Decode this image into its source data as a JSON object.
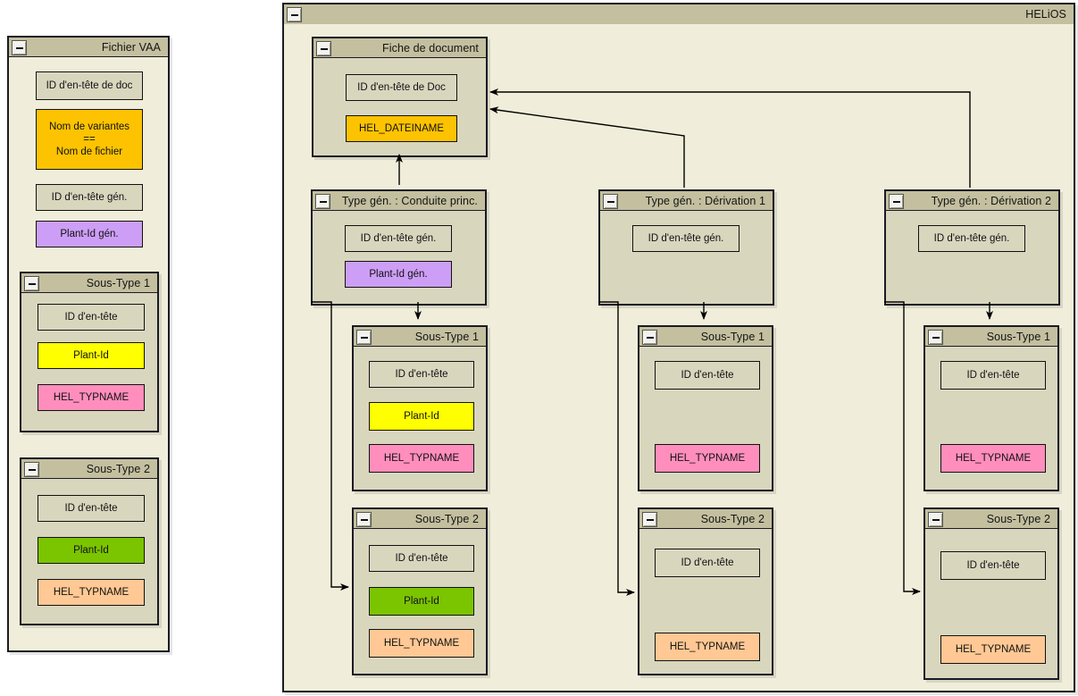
{
  "colors": {
    "canvas": "#f0eeda",
    "panel": "#d9d6be",
    "title_bar": "#c3bf9f",
    "border": "#1a1a24",
    "amber": "#fdc300",
    "violet": "#cd9ef5",
    "yellow": "#ffff00",
    "pink": "#ff8ebc",
    "green": "#7bc400",
    "peach": "#ffc894",
    "neutral": "#d9d6be"
  },
  "labels": {
    "collapse": "-",
    "id_entete_de_doc_lower": "ID d'en-tête de doc",
    "id_entete_de_doc_upper": "ID d'en-tête de Doc",
    "id_entete_gen": "ID d'en-tête gén.",
    "id_entete": "ID d'en-tête",
    "plant_id_gen": "Plant-Id gén.",
    "plant_id": "Plant-Id",
    "hel_typname": "HEL_TYPNAME",
    "hel_dateiname": "HEL_DATEINAME",
    "nom_variantes": "Nom de variantes\n==\nNom de fichier"
  },
  "panels": {
    "fichier_vaa": {
      "title": "Fichier VAA",
      "fields": [
        {
          "label": "ID d'en-tête de doc",
          "color": "#d9d6be"
        },
        {
          "label": "Nom de variantes\n==\nNom de fichier",
          "color": "#fdc300"
        },
        {
          "label": "ID d'en-tête gén.",
          "color": "#d9d6be"
        },
        {
          "label": "Plant-Id gén.",
          "color": "#cd9ef5"
        }
      ],
      "subtypes": [
        {
          "title": "Sous-Type 1",
          "fields": [
            {
              "label": "ID d'en-tête",
              "color": "#d9d6be"
            },
            {
              "label": "Plant-Id",
              "color": "#ffff00"
            },
            {
              "label": "HEL_TYPNAME",
              "color": "#ff8ebc"
            }
          ]
        },
        {
          "title": "Sous-Type 2",
          "fields": [
            {
              "label": "ID d'en-tête",
              "color": "#d9d6be"
            },
            {
              "label": "Plant-Id",
              "color": "#7bc400"
            },
            {
              "label": "HEL_TYPNAME",
              "color": "#ffc894"
            }
          ]
        }
      ]
    },
    "helios": {
      "title": "HELiOS",
      "fiche_de_document": {
        "title": "Fiche de document",
        "fields": [
          {
            "label": "ID d'en-tête de Doc",
            "color": "#d9d6be"
          },
          {
            "label": "HEL_DATEINAME",
            "color": "#fdc300"
          }
        ]
      },
      "types": [
        {
          "title": "Type gén. : Conduite princ.",
          "fields": [
            {
              "label": "ID d'en-tête gén.",
              "color": "#d9d6be"
            },
            {
              "label": "Plant-Id gén.",
              "color": "#cd9ef5"
            }
          ],
          "subtype1": {
            "title": "Sous-Type 1",
            "fields": [
              {
                "label": "ID d'en-tête",
                "color": "#d9d6be"
              },
              {
                "label": "Plant-Id",
                "color": "#ffff00"
              },
              {
                "label": "HEL_TYPNAME",
                "color": "#ff8ebc"
              }
            ]
          },
          "subtype2": {
            "title": "Sous-Type 2",
            "fields": [
              {
                "label": "ID d'en-tête",
                "color": "#d9d6be"
              },
              {
                "label": "Plant-Id",
                "color": "#7bc400"
              },
              {
                "label": "HEL_TYPNAME",
                "color": "#ffc894"
              }
            ]
          }
        },
        {
          "title": "Type gén. : Dérivation 1",
          "fields": [
            {
              "label": "ID d'en-tête gén.",
              "color": "#d9d6be"
            }
          ],
          "subtype1": {
            "title": "Sous-Type 1",
            "fields": [
              {
                "label": "ID d'en-tête",
                "color": "#d9d6be"
              },
              {
                "label": "HEL_TYPNAME",
                "color": "#ff8ebc"
              }
            ]
          },
          "subtype2": {
            "title": "Sous-Type 2",
            "fields": [
              {
                "label": "ID d'en-tête",
                "color": "#d9d6be"
              },
              {
                "label": "HEL_TYPNAME",
                "color": "#ffc894"
              }
            ]
          }
        },
        {
          "title": "Type gén. : Dérivation 2",
          "fields": [
            {
              "label": "ID d'en-tête gén.",
              "color": "#d9d6be"
            }
          ],
          "subtype1": {
            "title": "Sous-Type 1",
            "fields": [
              {
                "label": "ID d'en-tête",
                "color": "#d9d6be"
              },
              {
                "label": "HEL_TYPNAME",
                "color": "#ff8ebc"
              }
            ]
          },
          "subtype2": {
            "title": "Sous-Type 2",
            "fields": [
              {
                "label": "ID d'en-tête",
                "color": "#d9d6be"
              },
              {
                "label": "HEL_TYPNAME",
                "color": "#ffc894"
              }
            ]
          }
        }
      ]
    }
  }
}
